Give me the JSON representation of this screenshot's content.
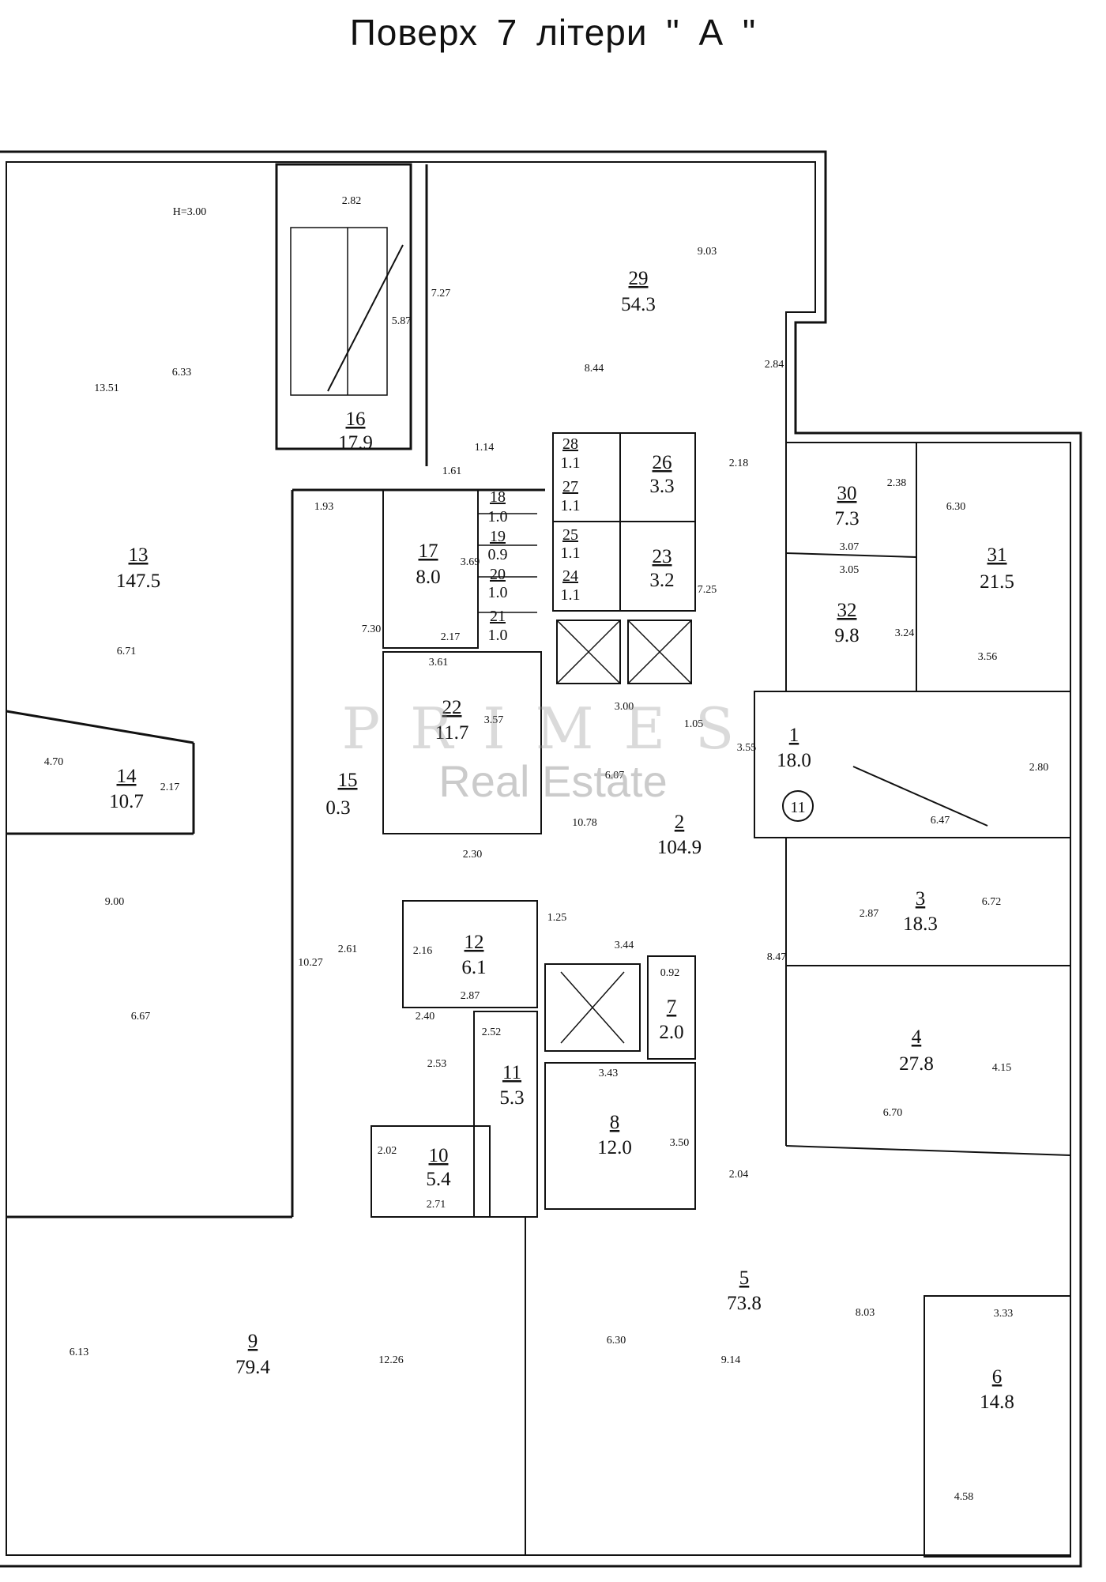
{
  "title": "Поверх 7 літери \" А \"",
  "watermark": {
    "brand": "PRIMES",
    "tagline": "Real Estate"
  },
  "height_note": "H=3.00",
  "rooms": [
    {
      "num": "1",
      "area": "18.0"
    },
    {
      "num": "2",
      "area": "104.9"
    },
    {
      "num": "3",
      "area": "18.3"
    },
    {
      "num": "4",
      "area": "27.8"
    },
    {
      "num": "5",
      "area": "73.8"
    },
    {
      "num": "6",
      "area": "14.8"
    },
    {
      "num": "7",
      "area": "2.0"
    },
    {
      "num": "8",
      "area": "12.0"
    },
    {
      "num": "9",
      "area": "79.4"
    },
    {
      "num": "10",
      "area": "5.4"
    },
    {
      "num": "11",
      "area": "5.3"
    },
    {
      "num": "12",
      "area": "6.1"
    },
    {
      "num": "13",
      "area": "147.5"
    },
    {
      "num": "14",
      "area": "10.7"
    },
    {
      "num": "15",
      "area": "0.3"
    },
    {
      "num": "16",
      "area": "17.9"
    },
    {
      "num": "17",
      "area": "8.0"
    },
    {
      "num": "18",
      "area": "1.0"
    },
    {
      "num": "19",
      "area": "0.9"
    },
    {
      "num": "20",
      "area": "1.0"
    },
    {
      "num": "21",
      "area": "1.0"
    },
    {
      "num": "22",
      "area": "11.7"
    },
    {
      "num": "23",
      "area": "3.2"
    },
    {
      "num": "24",
      "area": "1.1"
    },
    {
      "num": "25",
      "area": "1.1"
    },
    {
      "num": "26",
      "area": "3.3"
    },
    {
      "num": "27",
      "area": "1.1"
    },
    {
      "num": "28",
      "area": "1.1"
    },
    {
      "num": "29",
      "area": "54.3"
    },
    {
      "num": "30",
      "area": "7.3"
    },
    {
      "num": "31",
      "area": "21.5"
    },
    {
      "num": "32",
      "area": "9.8"
    }
  ],
  "stair_mark": "11",
  "dims": [
    "2.82",
    "9.03",
    "7.27",
    "5.87",
    "13.51",
    "6.33",
    "8.44",
    "2.84",
    "1.14",
    "1.61",
    "1.93",
    "2.18",
    "2.38",
    "6.30",
    "3.07",
    "3.05",
    "3.24",
    "3.56",
    "3.69",
    "2.17",
    "7.30",
    "3.61",
    "7.25",
    "3.00",
    "1.05",
    "3.57",
    "6.07",
    "3.55",
    "2.80",
    "6.47",
    "6.71",
    "4.70",
    "2.17",
    "10.78",
    "2.30",
    "2.87",
    "6.72",
    "1.25",
    "3.44",
    "0.92",
    "2.16",
    "2.87",
    "2.61",
    "10.27",
    "9.00",
    "8.47",
    "2.40",
    "2.52",
    "2.53",
    "3.43",
    "4.15",
    "6.70",
    "6.67",
    "2.02",
    "2.71",
    "3.50",
    "2.04",
    "8.03",
    "3.33",
    "6.13",
    "12.26",
    "6.30",
    "9.14",
    "4.58"
  ]
}
